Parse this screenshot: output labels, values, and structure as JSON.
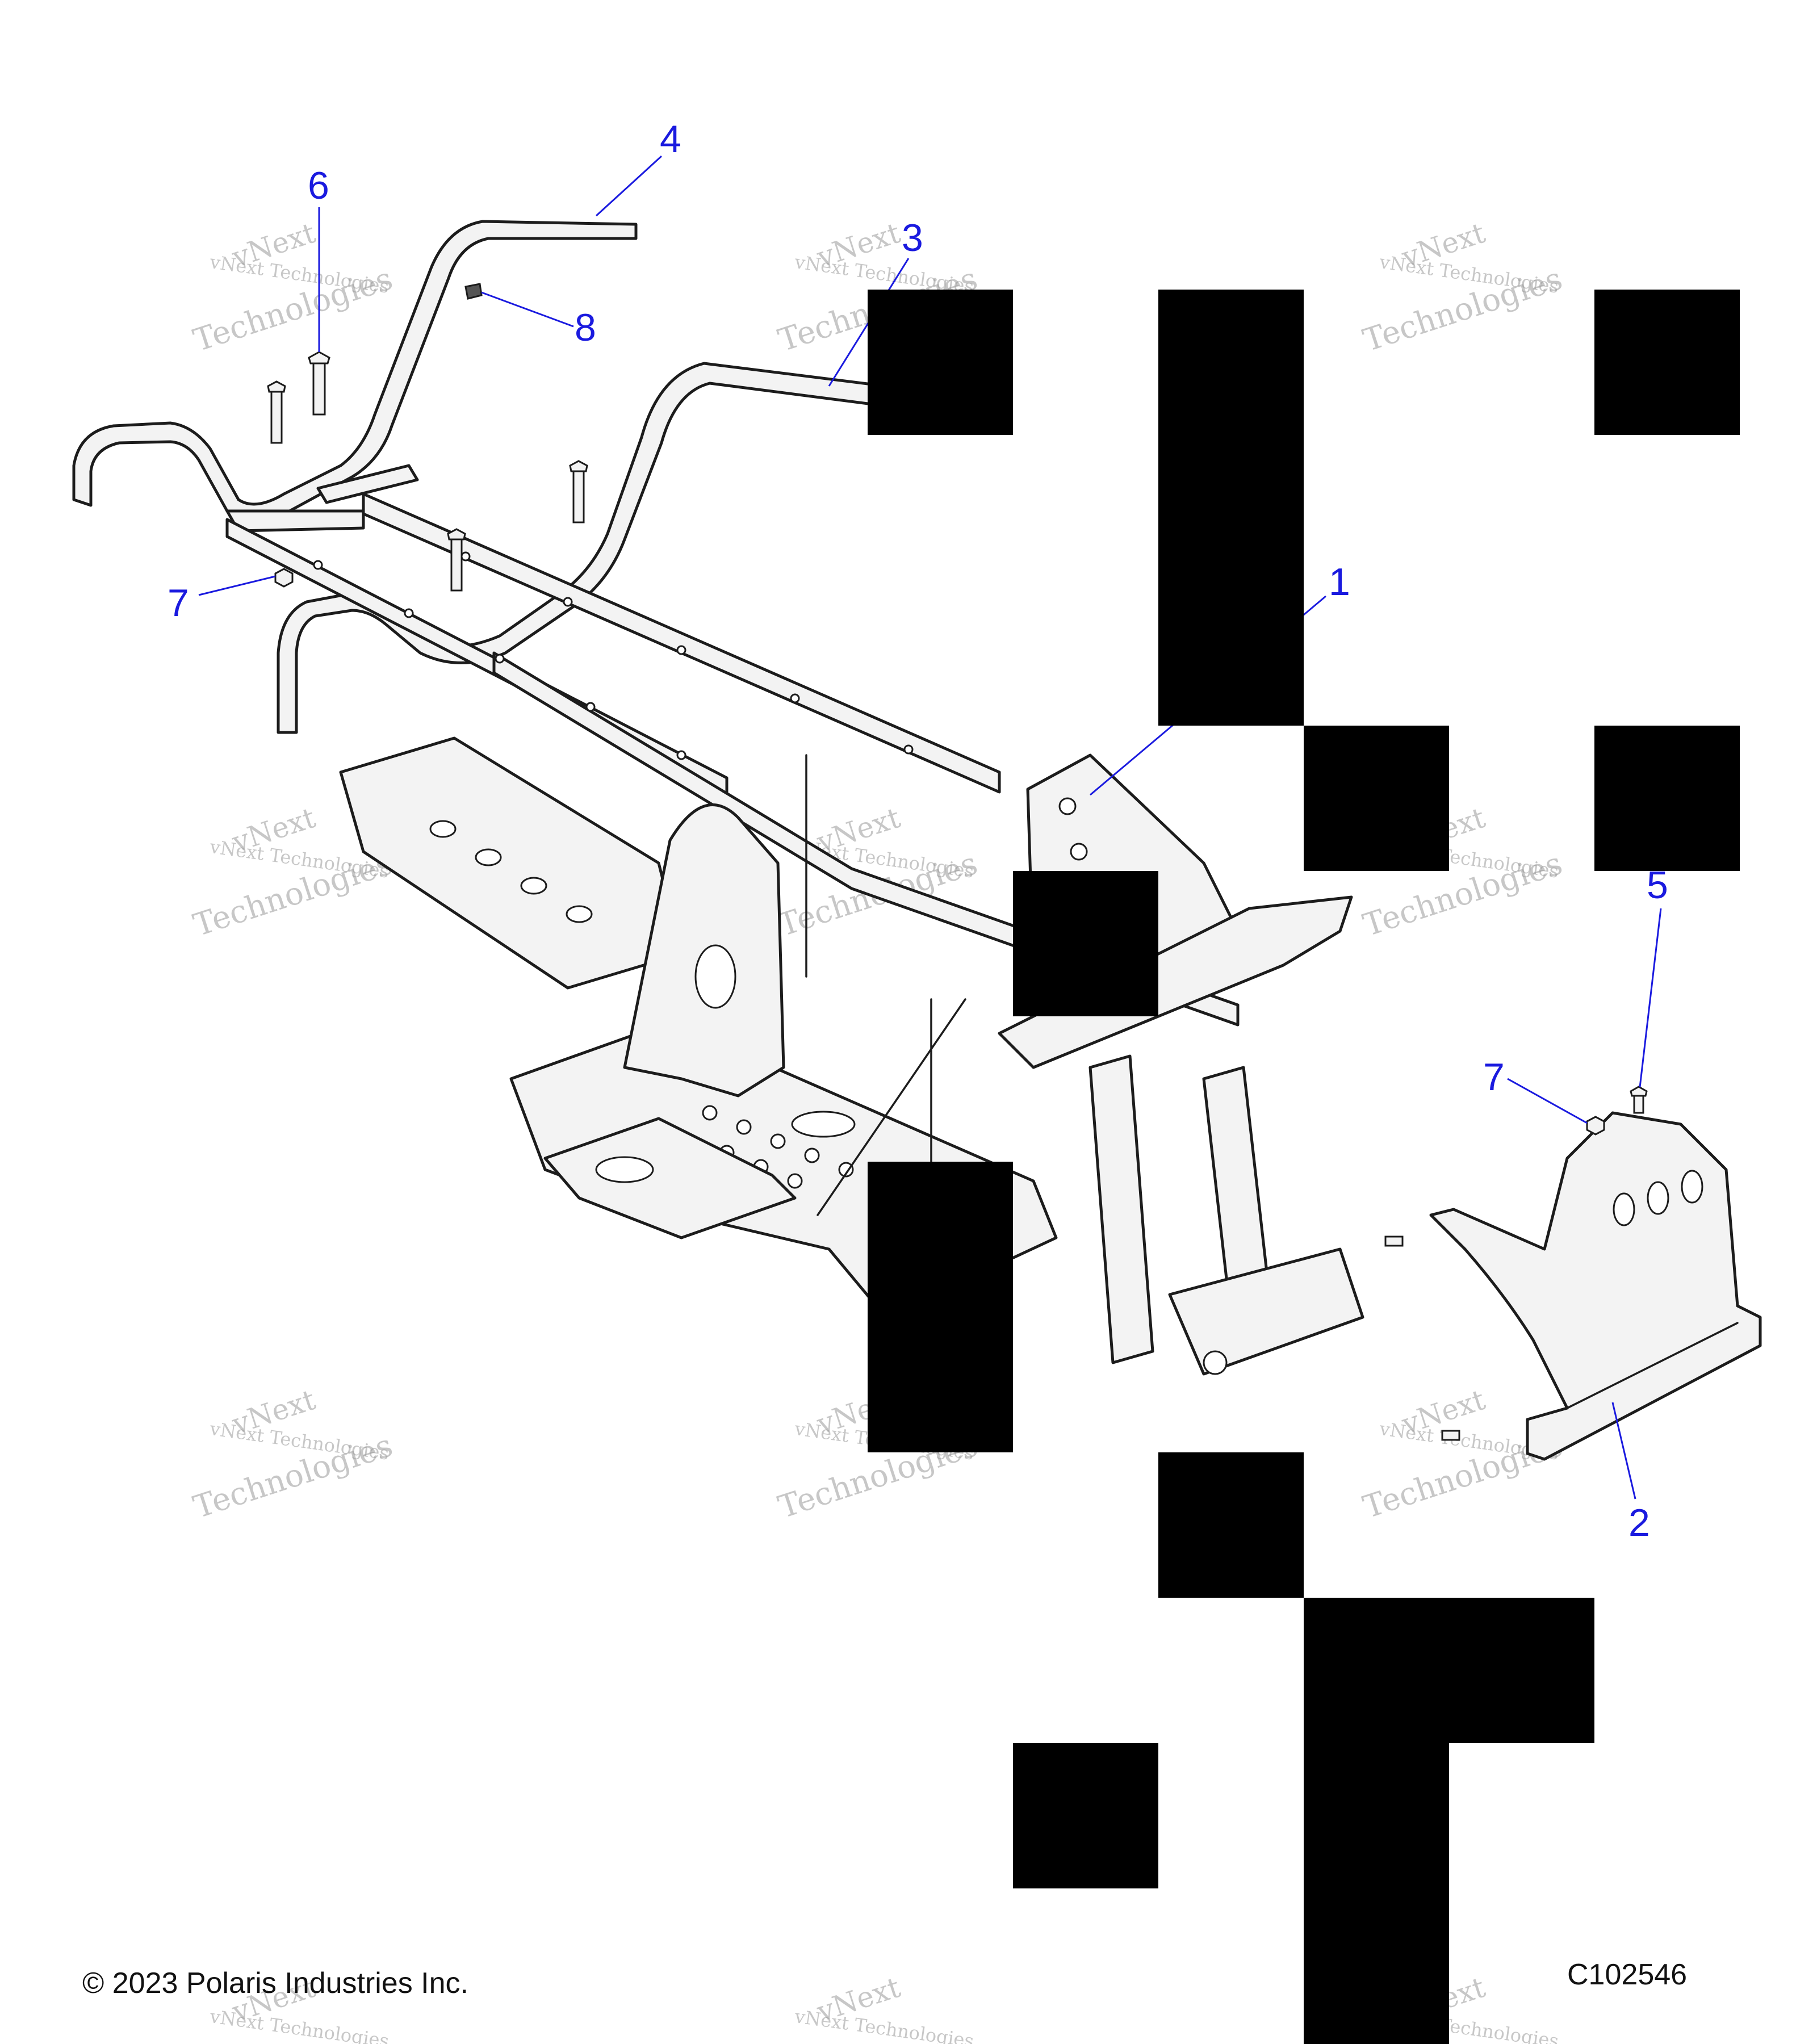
{
  "callouts": [
    {
      "id": "1",
      "label": "1"
    },
    {
      "id": "2",
      "label": "2"
    },
    {
      "id": "3",
      "label": "3"
    },
    {
      "id": "4",
      "label": "4"
    },
    {
      "id": "5",
      "label": "5"
    },
    {
      "id": "6",
      "label": "6"
    },
    {
      "id": "7a",
      "label": "7"
    },
    {
      "id": "7b",
      "label": "7"
    },
    {
      "id": "8",
      "label": "8"
    }
  ],
  "footer": {
    "copyright": "© 2023 Polaris Industries Inc.",
    "figure_id": "C102546"
  },
  "watermark": {
    "line1": "vNext",
    "line2": "vNext Technologies",
    "line3": "Technologies"
  },
  "colors": {
    "callout": "#1a1adf",
    "line_art": "#1c1c1c",
    "redaction": "#000000"
  }
}
